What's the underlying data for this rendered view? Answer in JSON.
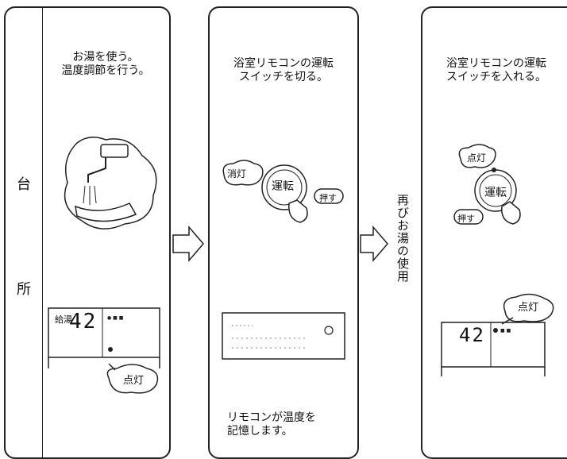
{
  "panel1": {
    "side_label_top": "台",
    "side_label_bottom": "所",
    "caption": "お湯を使う。\n温度調節を行う。",
    "display_temp": "42",
    "display_label_small": "給湯",
    "indicator_label": "点灯"
  },
  "panel2": {
    "caption": "浴室リモコンの運転\nスイッチを切る。",
    "off_label": "消灯",
    "button_label": "運転",
    "press_label": "押す",
    "bottom_caption": "リモコンが温度を\n記憶します。"
  },
  "between_text": "再びお湯の使用",
  "panel3": {
    "caption": "浴室リモコンの運転\nスイッチを入れる。",
    "lit_label": "点灯",
    "button_label": "運転",
    "press_label": "押す",
    "display_temp": "42",
    "display_lit_label": "点灯"
  }
}
